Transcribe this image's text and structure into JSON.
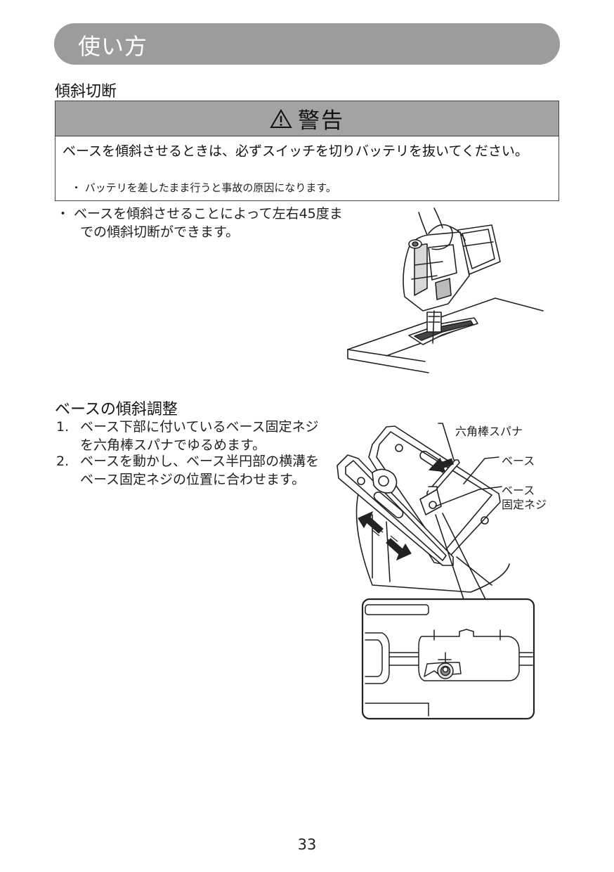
{
  "header": {
    "title": "使い方"
  },
  "section1": {
    "heading": "傾斜切断"
  },
  "warning": {
    "title": "警告",
    "main_text": "ベースを傾斜させるときは、必ずスイッチを切りバッテリを抜いてください。",
    "note": "・ バッテリを差したまま行うと事故の原因になります。"
  },
  "intro": {
    "text": "・ ベースを傾斜させることによって左右45度までの傾斜切断ができます。"
  },
  "section2": {
    "heading": "ベースの傾斜調整",
    "steps": [
      {
        "num": "1.",
        "text": "ベース下部に付いているベース固定ネジを六角棒スパナでゆるめます。"
      },
      {
        "num": "2.",
        "text": "ベースを動かし、ベース半円部の横溝をベース固定ネジの位置に合わせます。"
      }
    ]
  },
  "labels": {
    "wrench": "六角棒スパナ",
    "base": "ベース",
    "screw_line1": "ベース",
    "screw_line2": "固定ネジ"
  },
  "page": {
    "number": "33"
  }
}
